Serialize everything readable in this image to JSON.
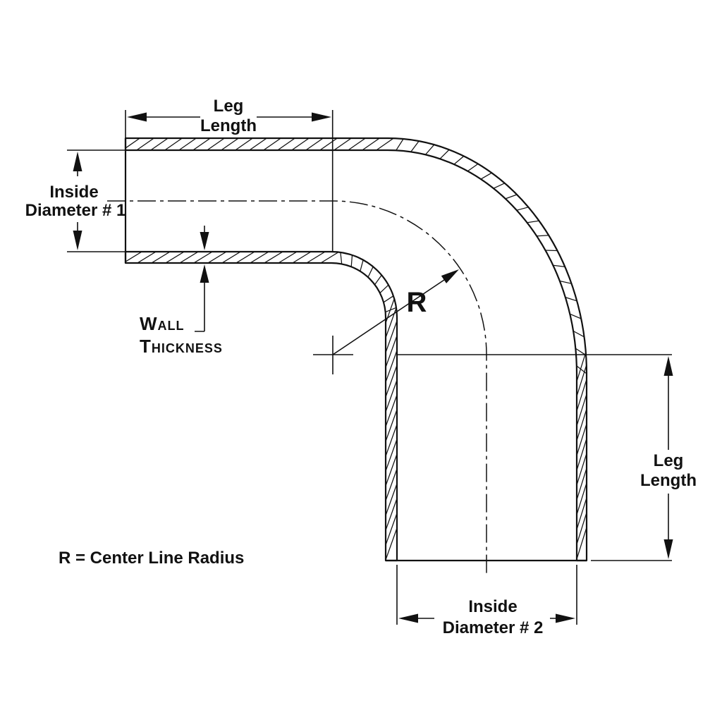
{
  "diagram": {
    "title": "90 degree elbow coupler dimension diagram",
    "colors": {
      "ink": "#111111",
      "background": "#ffffff"
    },
    "top_leg_dim": {
      "line1": "Leg",
      "line2": "Length"
    },
    "inside_d1": {
      "line1": "Inside",
      "line2": "Diameter # 1"
    },
    "wall_thickness": {
      "line1": "Wall",
      "line2": "Thickness"
    },
    "radius": {
      "label": "R"
    },
    "radius_note": {
      "text": "R = Center Line Radius"
    },
    "right_leg_dim": {
      "line1": "Leg",
      "line2": "Length"
    },
    "inside_d2": {
      "line1": "Inside",
      "line2": "Diameter # 2"
    }
  }
}
